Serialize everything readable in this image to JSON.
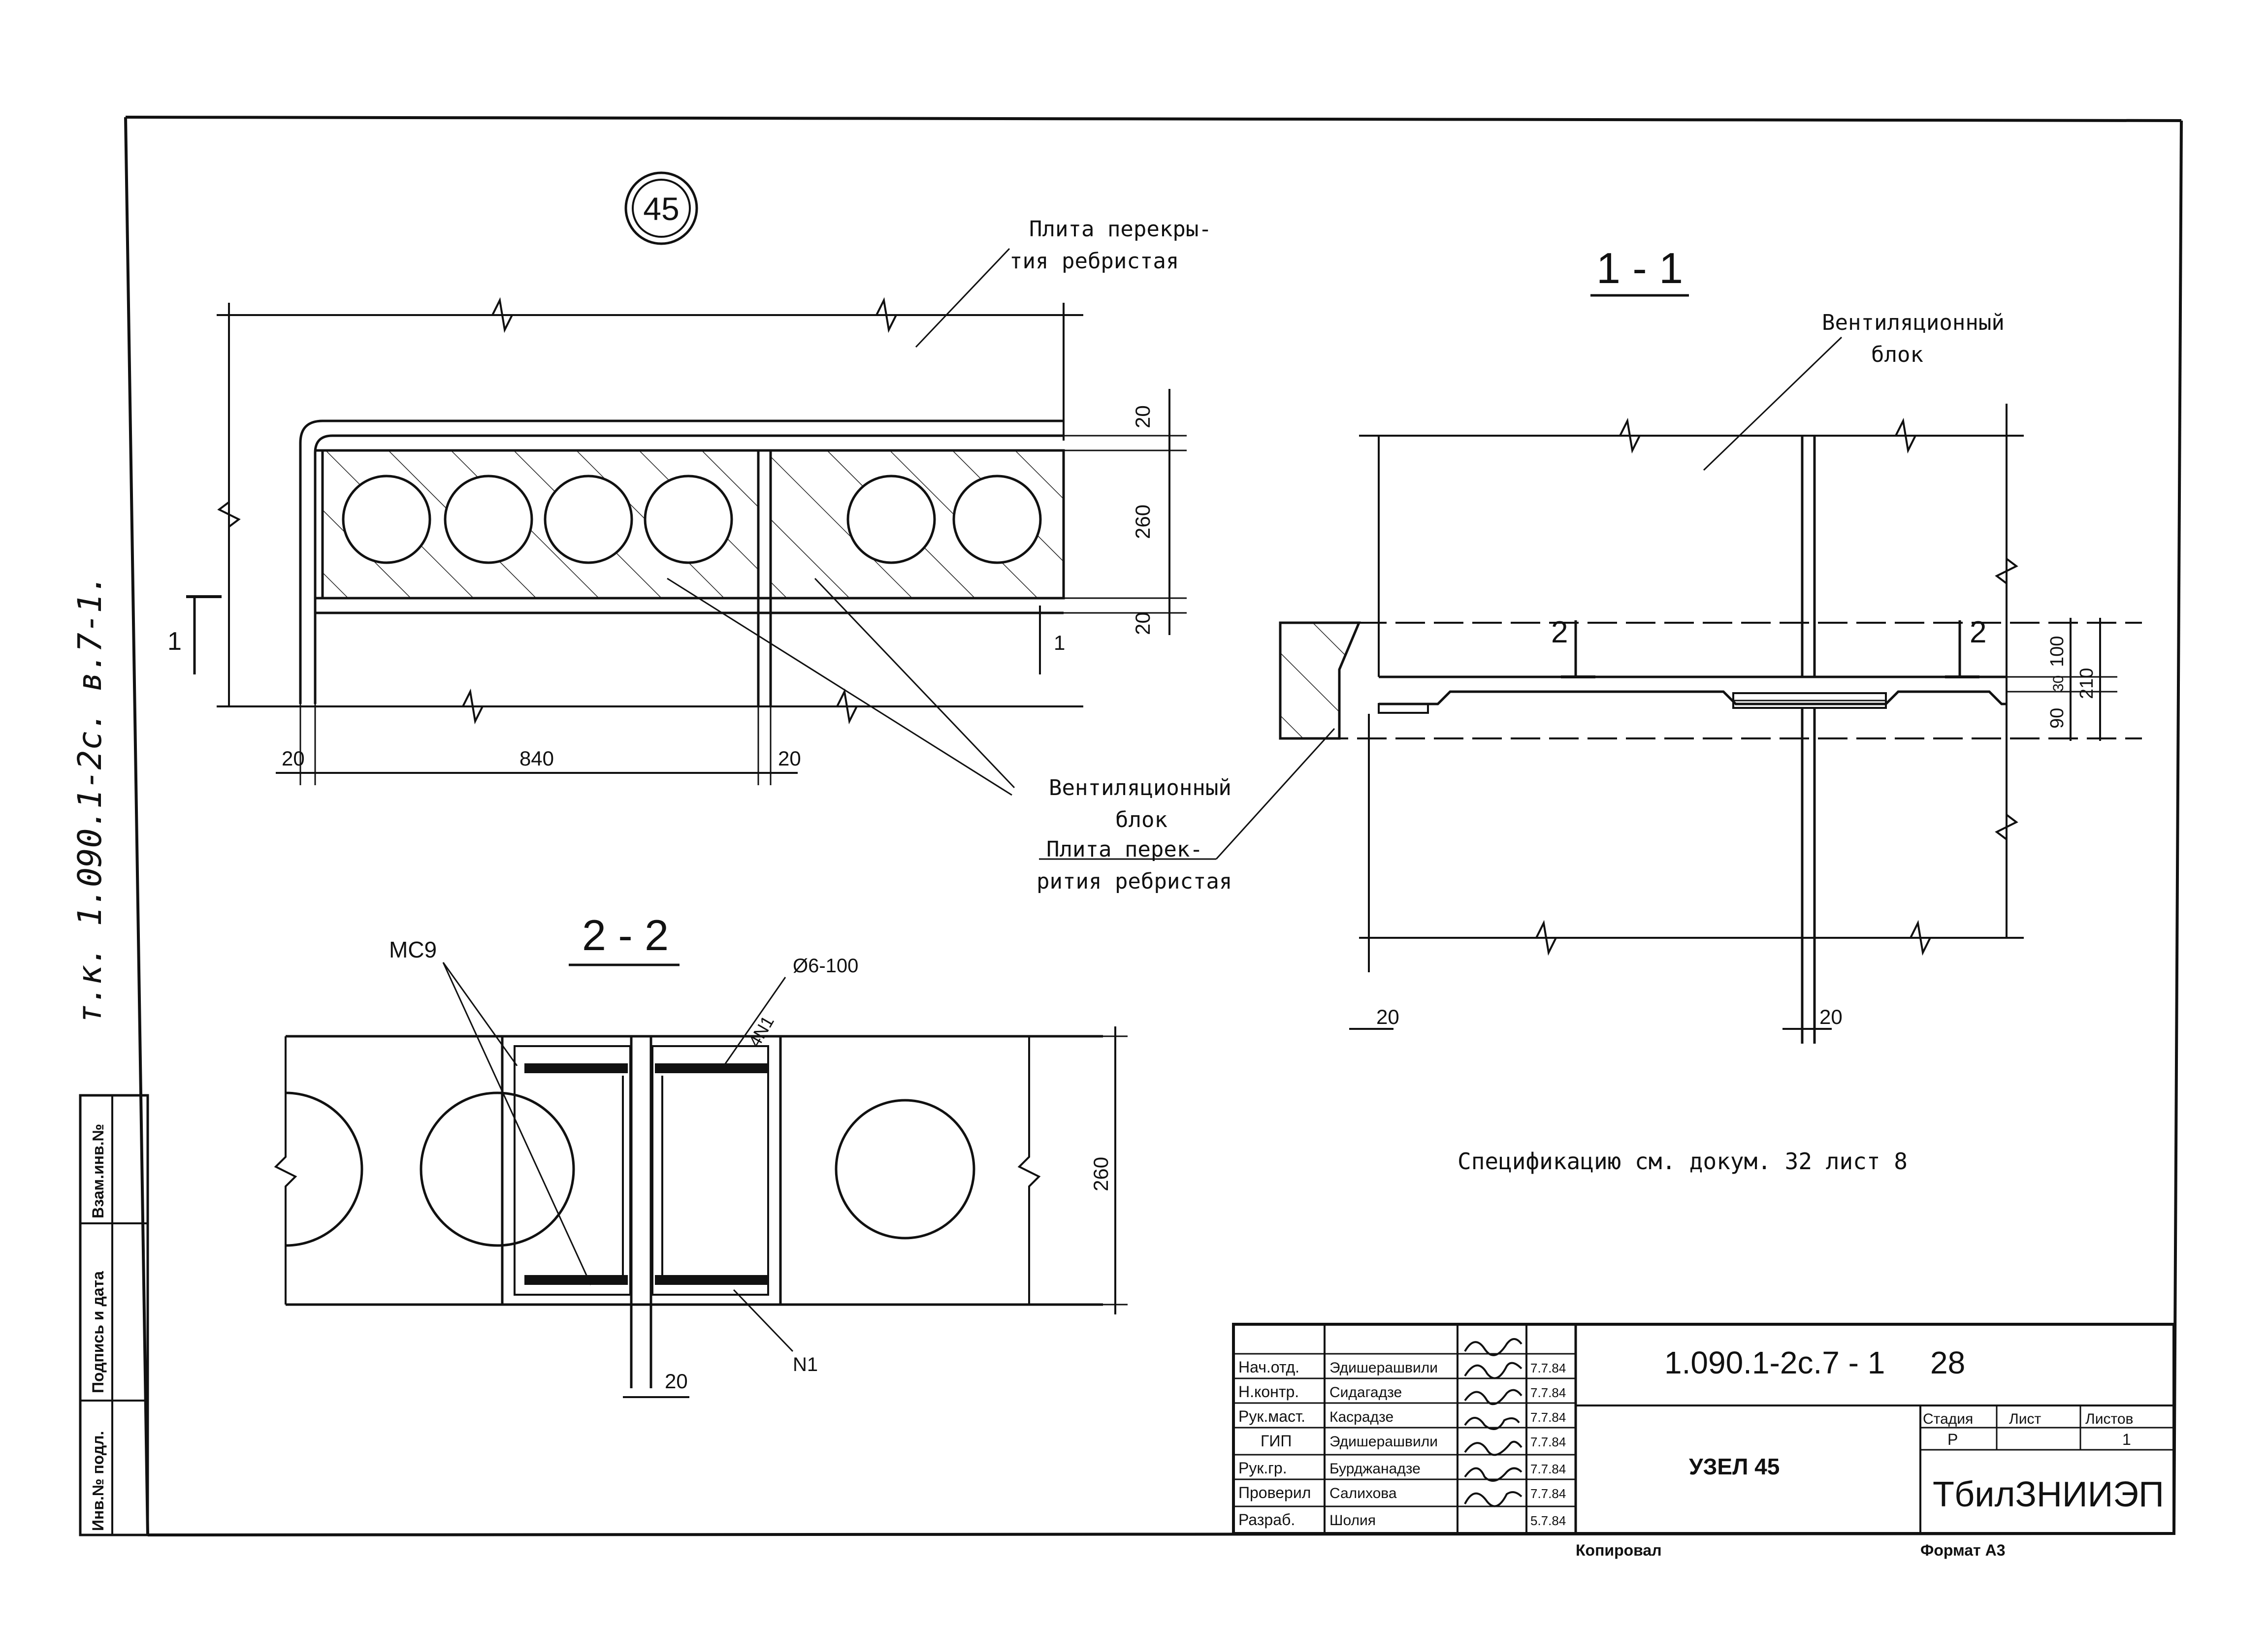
{
  "node_mark": "45",
  "side_note": "т.к. 1.090.1-2с. в.7-1.",
  "plan": {
    "dims": {
      "top": "20",
      "middle": "260",
      "bottom": "20",
      "left_edge": "20",
      "span": "840",
      "right_edge": "20"
    },
    "section_marker": "1",
    "labels": {
      "slab_top_1": "Плита перекры-",
      "slab_top_2": "тия ребристая",
      "vent_1": "Вентиляционный",
      "vent_2": "блок",
      "slab_1": "Плита перек-",
      "slab_2": "рития ребристая"
    }
  },
  "section_1_1": {
    "title": "1 - 1",
    "marker": "2",
    "vent_1": "Вентиляционный",
    "vent_2": "блок",
    "dims": {
      "d100": "100",
      "d30": "30",
      "d210": "210",
      "d90": "90",
      "bottom_left": "20",
      "bottom_mid": "20"
    },
    "spec_note": "Спецификацию см. докум. 32 лист 8"
  },
  "section_2_2": {
    "title": "2 - 2",
    "mc9": "МС9",
    "bar": "4N1",
    "rebar": "Ø6-100",
    "n1": "N1",
    "dim_260": "260",
    "dim_20": "20"
  },
  "side_stamp": {
    "inv_replace": "Взам.инв.№",
    "sign_date": "Подпись и дата",
    "inv_orig": "Инв.№ подл."
  },
  "title_block": {
    "doc_code": "1.090.1-2с.7 - 1",
    "sheet_num": "28",
    "sheet_title": "УЗЕЛ 45",
    "org": "ТбилЗНИИЭП",
    "stage_label": "Стадия",
    "sheet_label": "Лист",
    "sheets_label": "Листов",
    "stage": "Р",
    "sheets": "1",
    "copied": "Копировал",
    "format": "Формат А3",
    "rows": [
      {
        "role": "Нач.отд.",
        "name": "Эдишерашвили",
        "date": "7.7.84"
      },
      {
        "role": "Н.контр.",
        "name": "Сидагадзе",
        "date": "7.7.84"
      },
      {
        "role": "Рук.маст.",
        "name": "Касрадзе",
        "date": "7.7.84"
      },
      {
        "role": "ГИП",
        "name": "Эдишерашвили",
        "date": "7.7.84"
      },
      {
        "role": "Рук.гр.",
        "name": "Бурджанадзе",
        "date": "7.7.84"
      },
      {
        "role": "Проверил",
        "name": "Салихова",
        "date": "7.7.84"
      },
      {
        "role": "Разраб.",
        "name": "Шолия",
        "date": "5.7.84"
      }
    ]
  }
}
